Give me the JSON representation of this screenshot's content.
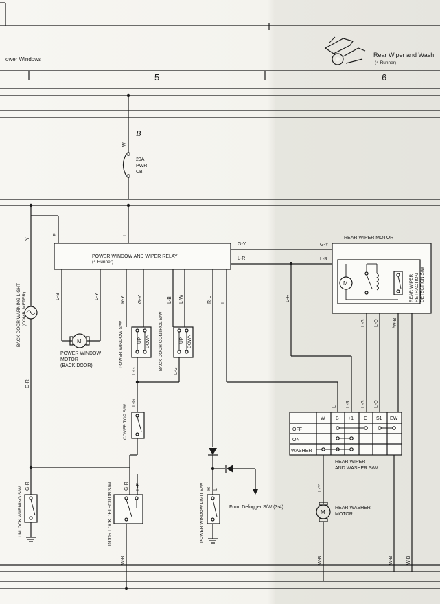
{
  "header": {
    "section_left": "ower Windows",
    "section_right": "Rear Wiper and Wash",
    "section_right_sub": "(4 Runner)",
    "column_5": "5",
    "column_6": "6"
  },
  "labels": {
    "point_b": "B",
    "cb_line1": "20A",
    "cb_line2": "PWR",
    "cb_line3": "CB",
    "relay_title": "POWER WINDOW AND WIPER RELAY",
    "relay_sub": "(4 Runner)",
    "rear_wiper_motor": "REAR WIPER MOTOR",
    "retraction_1": "REAR WIPER",
    "retraction_2": "RETRACTION",
    "retraction_3": "DETECTION S/W",
    "back_door_light_1": "BACK DOOR WARNING LIGHT",
    "back_door_light_2": "(COMB. METER)",
    "pw_motor_1": "POWER WINDOW",
    "pw_motor_2": "MOTOR",
    "pw_motor_3": "(BACK DOOR)",
    "power_window_sw": "POWER WINDOW S/W",
    "back_door_control_sw": "BACK DOOR CONTROL S/W",
    "up": "UP",
    "down": "DOWN",
    "cover_top_sw": "COVER TOP S/W",
    "unlock_warning_sw": "UNLOCK WARNING S/W",
    "door_lock_detection_sw": "DOOR LOCK DETECTION S/W",
    "pw_limit_sw": "POWER WINDOW LIMIT S/W",
    "from_defogger": "From Defogger S/W (3-4)",
    "washer_sw_1": "REAR WIPER",
    "washer_sw_2": "AND WASHER S/W",
    "washer_motor_1": "REAR WASHER",
    "washer_motor_2": "MOTOR",
    "motor_m": "M"
  },
  "switch_table": {
    "columns": [
      "W",
      "B",
      "+1",
      "C",
      "S1",
      "EW"
    ],
    "rows": [
      "OFF",
      "ON",
      "WASHER"
    ]
  },
  "wire_codes": {
    "w": "W",
    "y": "Y",
    "r": "R",
    "l": "L",
    "gy": "G-Y",
    "lr": "L-R",
    "lb": "L-B",
    "ly": "L-Y",
    "ry": "R-Y",
    "lg": "L-G",
    "lw": "L-W",
    "rl": "R-L",
    "gr": "G-R",
    "lo": "L-O",
    "wb": "W-B",
    "wb2": "/W-B"
  }
}
